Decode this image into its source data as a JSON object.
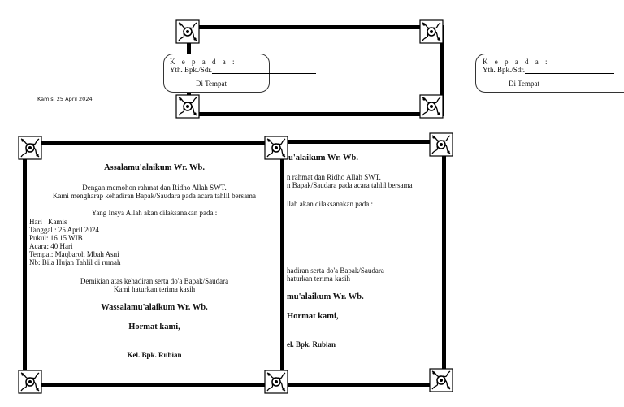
{
  "envelope": {
    "kepada": "K e p a d a   :",
    "yth": "Yth. Bpk./Sdr.",
    "di": "Di   Tempat"
  },
  "envelope_right": {
    "kepada": "K e p a d a   :",
    "yth": "Yth. Bpk./Sdr.",
    "di": "Di   Tempat"
  },
  "date": "Kamis, 25 April 2024",
  "front": {
    "greeting": "Assalamu'alaikum Wr. Wb.",
    "intro1": "Dengan memohon rahmat dan Ridho Allah SWT.",
    "intro2": "Kami mengharap kehadiran Bapak/Saudara pada acara tahlil bersama",
    "insya": "Yang Insya Allah akan dilaksanakan pada  :",
    "hari": "Hari : Kamis",
    "tanggal": "Tanggal : 25 April 2024",
    "pukul": "Pukul: 16.15 WIB",
    "acara": "Acara: 40 Hari",
    "tempat": "Tempat: Maqbaroh Mbah Asni",
    "nb": "Nb: Bila Hujan Tahlil di rumah",
    "closing1": "Demikian atas kehadiran serta do'a Bapak/Saudara",
    "closing2": "Kami haturkan terima kasih",
    "wassalam": "Wassalamu'alaikum Wr. Wb.",
    "hormat": "Hormat kami,",
    "sender": "Kel. Bpk. Rubian"
  },
  "back": {
    "greeting": "u'alaikum Wr. Wb.",
    "intro1": "n rahmat dan Ridho Allah SWT.",
    "intro2": "n Bapak/Saudara pada acara tahlil bersama",
    "insya": "llah akan dilaksanakan pada  :",
    "closing1": "hadiran serta do'a Bapak/Saudara",
    "closing2": "haturkan terima kasih",
    "wassalam": "mu'alaikum Wr. Wb.",
    "hormat": "Hormat kami,",
    "sender": "el. Bpk. Rubian"
  }
}
